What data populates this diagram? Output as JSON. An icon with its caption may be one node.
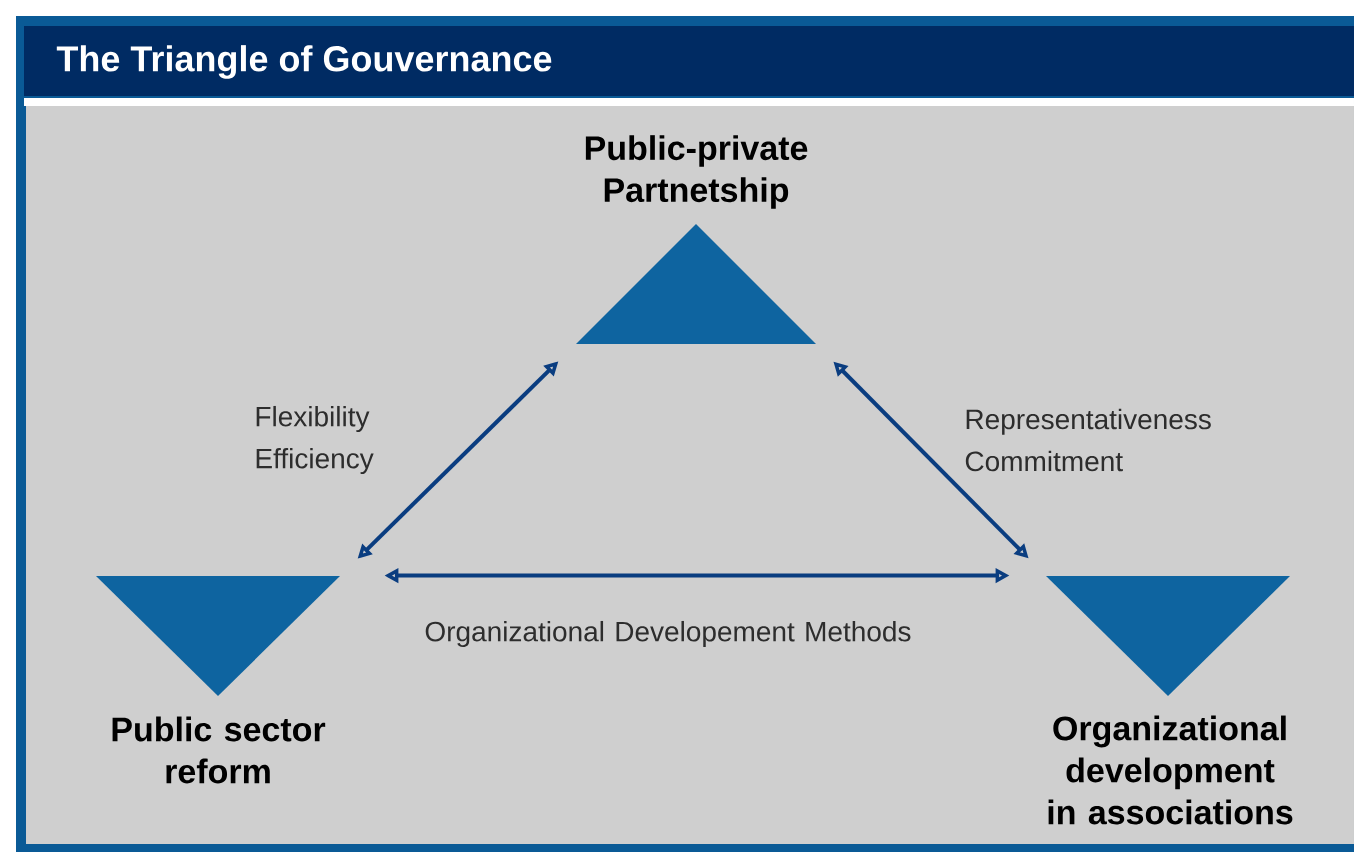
{
  "diagram": {
    "title": "The Triangle of Gouvernance",
    "nodes": [
      {
        "text": [
          "Public-private Partnetship"
        ]
      },
      {
        "text": [
          "Public sector reform"
        ]
      },
      {
        "text": [
          "Organizational development in associations"
        ]
      }
    ],
    "edges": [
      {
        "from": 1,
        "to": 0,
        "arrow": "both",
        "label": "Flexibility Efficiency"
      },
      {
        "from": 0,
        "to": 2,
        "arrow": "both",
        "label": "Representativeness Commitment"
      },
      {
        "from": 1,
        "to": 2,
        "arrow": "both",
        "label": "Organizational Developement Methods"
      }
    ]
  }
}
